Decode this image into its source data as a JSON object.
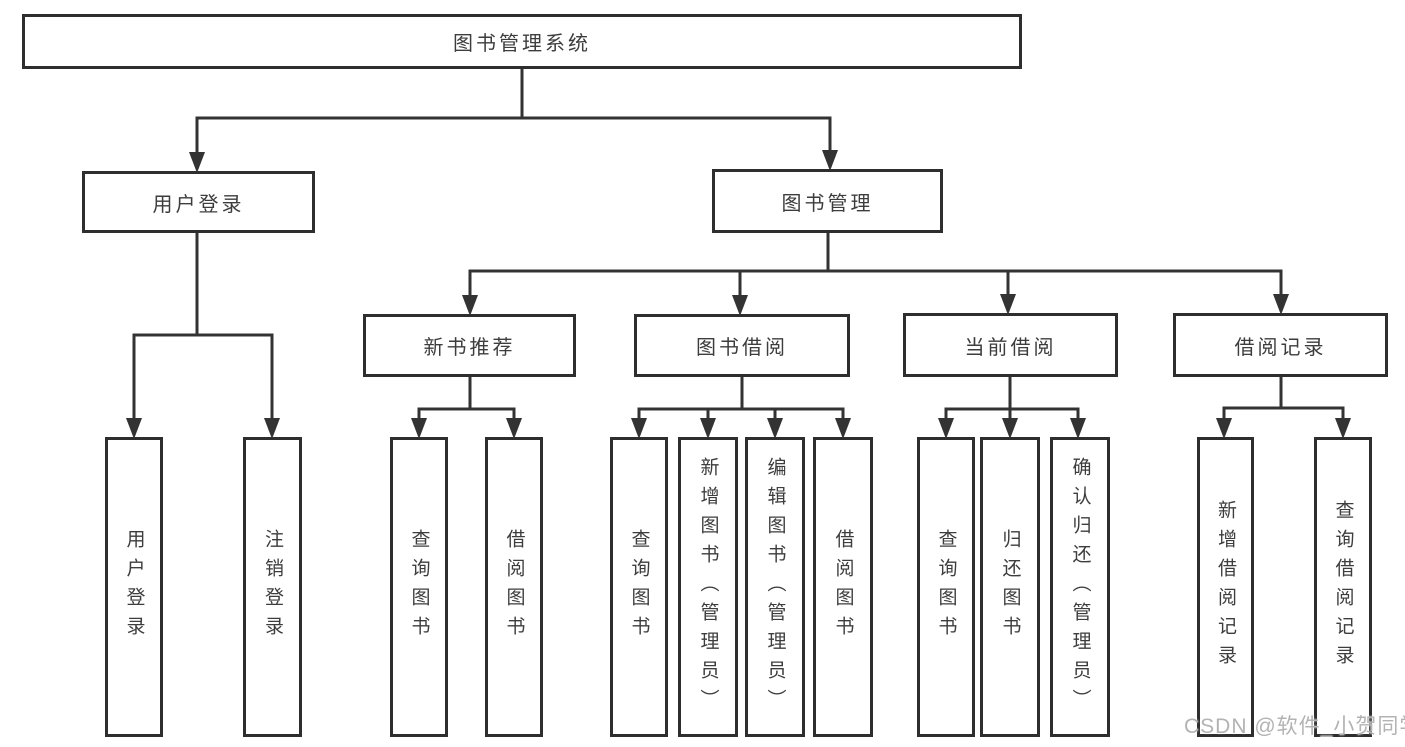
{
  "diagram": {
    "title": "图书管理系统",
    "root": {
      "label": "图书管理系统"
    },
    "level2": [
      {
        "label": "用户登录"
      },
      {
        "label": "图书管理"
      }
    ],
    "level3": [
      {
        "label": "新书推荐",
        "parent": "图书管理"
      },
      {
        "label": "图书借阅",
        "parent": "图书管理"
      },
      {
        "label": "当前借阅",
        "parent": "图书管理"
      },
      {
        "label": "借阅记录",
        "parent": "图书管理"
      }
    ],
    "leaves": [
      {
        "label": "用户登录",
        "parent": "用户登录"
      },
      {
        "label": "注销登录",
        "parent": "用户登录"
      },
      {
        "label": "查询图书",
        "parent": "新书推荐"
      },
      {
        "label": "借阅图书",
        "parent": "新书推荐"
      },
      {
        "label": "查询图书",
        "parent": "图书借阅"
      },
      {
        "label": "新增图书（管理员）",
        "parent": "图书借阅"
      },
      {
        "label": "编辑图书（管理员）",
        "parent": "图书借阅"
      },
      {
        "label": "借阅图书",
        "parent": "图书借阅"
      },
      {
        "label": "查询图书",
        "parent": "当前借阅"
      },
      {
        "label": "归还图书",
        "parent": "当前借阅"
      },
      {
        "label": "确认归还（管理员）",
        "parent": "当前借阅"
      },
      {
        "label": "新增借阅记录",
        "parent": "借阅记录"
      },
      {
        "label": "查询借阅记录",
        "parent": "借阅记录"
      }
    ],
    "colors": {
      "line": "#333333",
      "box_border": "#2e2e2e",
      "text": "#3d3d3d",
      "background": "#ffffff",
      "watermark_text": "#b3b3b3"
    }
  },
  "watermark": {
    "text": "CSDN @软件_小贺同学"
  }
}
